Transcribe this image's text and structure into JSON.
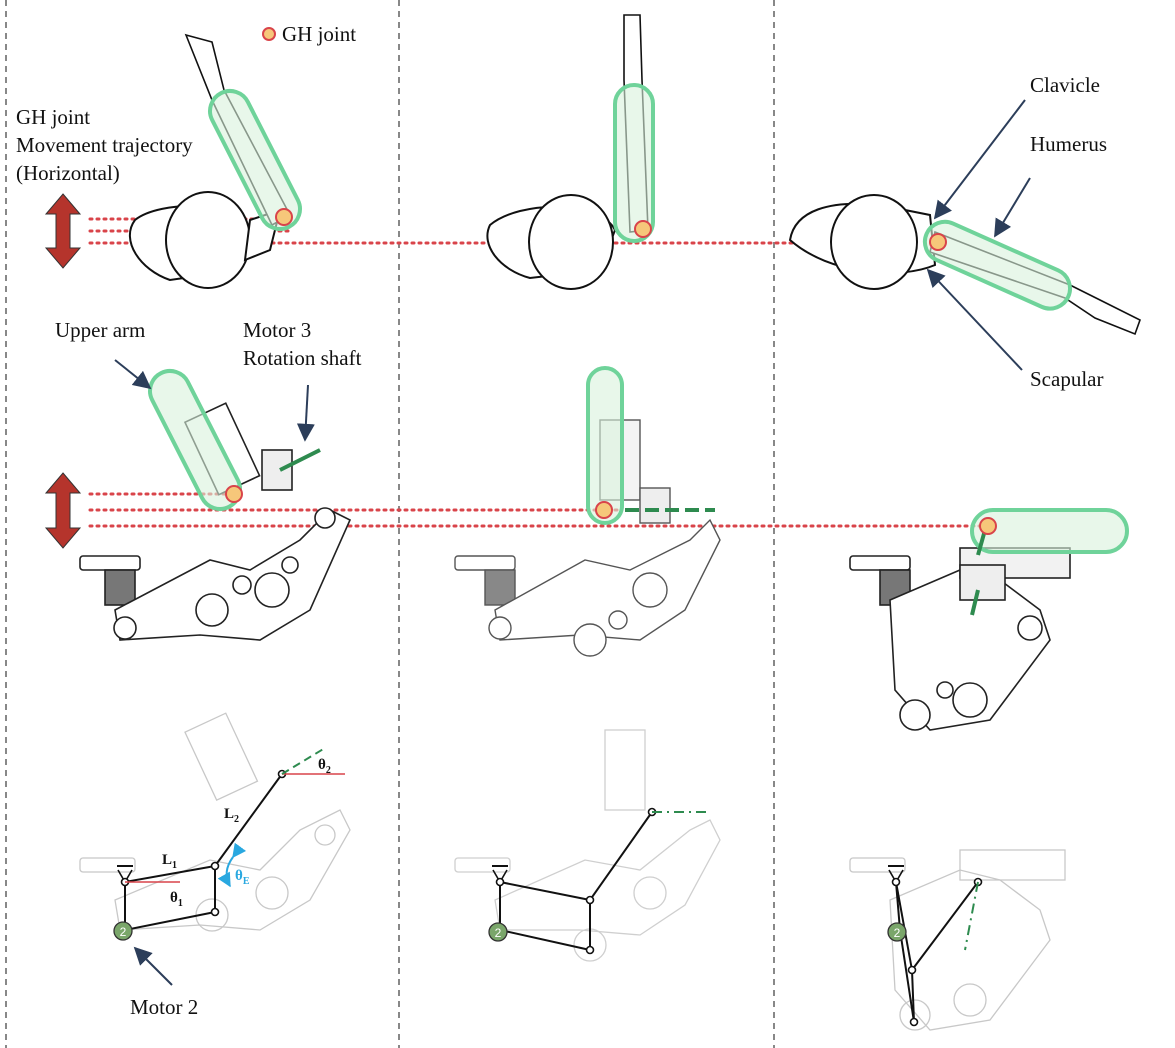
{
  "legend": {
    "gh_joint": "GH joint"
  },
  "labels": {
    "gh_trajectory": [
      "GH joint",
      "Movement trajectory",
      "(Horizontal)"
    ],
    "clavicle": "Clavicle",
    "humerus": "Humerus",
    "scapular": "Scapular",
    "upper_arm": "Upper arm",
    "motor3": [
      "Motor 3",
      "Rotation shaft"
    ],
    "motor2": "Motor 2",
    "motor2_badge": "2"
  },
  "kinematics": {
    "L1": "L",
    "L1_sub": "1",
    "L2": "L",
    "L2_sub": "2",
    "theta1": "θ",
    "theta1_sub": "1",
    "theta2": "θ",
    "theta2_sub": "2",
    "thetaE": "θ",
    "thetaE_sub": "E"
  },
  "colors": {
    "trajectory_dots": "#d9444a",
    "arrow_red": "#b5342c",
    "highlight_green": "#6fd39a",
    "highlight_fill": "#d9f2dc",
    "gh_marker": "#f6c77a",
    "gh_marker_stroke": "#d9444a",
    "annotation_arrow": "#2c3e5a",
    "theta_e_blue": "#29a8e0",
    "motor2_green": "#7aa66a",
    "shaft_green": "#2e8b4f"
  }
}
